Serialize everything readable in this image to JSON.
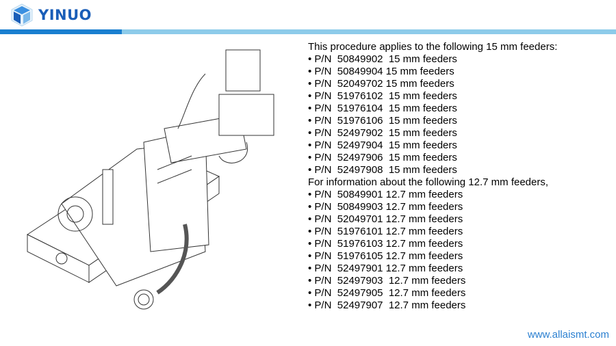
{
  "brand": {
    "name": "YINUO",
    "logo_icon": "cube-logo-icon",
    "colors": {
      "primary": "#1a5eb8",
      "bar_dark": "#1a7fd0",
      "bar_light": "#8dcbea"
    }
  },
  "content": {
    "intro_15mm": "This procedure applies to the following 15 mm feeders:",
    "items_15mm": [
      "• P/N  50849902  15 mm feeders",
      "• P/N  50849904 15 mm feeders",
      "• P/N  52049702 15 mm feeders",
      "• P/N  51976102  15 mm feeders",
      "• P/N  51976104  15 mm feeders",
      "• P/N  51976106  15 mm feeders",
      "• P/N  52497902  15 mm feeders",
      "• P/N  52497904  15 mm feeders",
      "• P/N  52497906  15 mm feeders",
      "• P/N  52497908  15 mm feeders"
    ],
    "intro_127mm": "For information about the following 12.7 mm feeders,",
    "items_127mm": [
      "• P/N  50849901 12.7 mm feeders",
      "• P/N  50849903 12.7 mm feeders",
      "• P/N  52049701 12.7 mm feeders",
      "• P/N  51976101 12.7 mm feeders",
      "• P/N  51976103 12.7 mm feeders",
      "• P/N  51976105 12.7 mm feeders",
      "• P/N  52497901 12.7 mm feeders",
      "• P/N  52497903  12.7 mm feeders",
      "• P/N  52497905  12.7 mm feeders",
      "• P/N  52497907  12.7 mm feeders"
    ]
  },
  "footer": {
    "website": "www.allaismt.com"
  }
}
